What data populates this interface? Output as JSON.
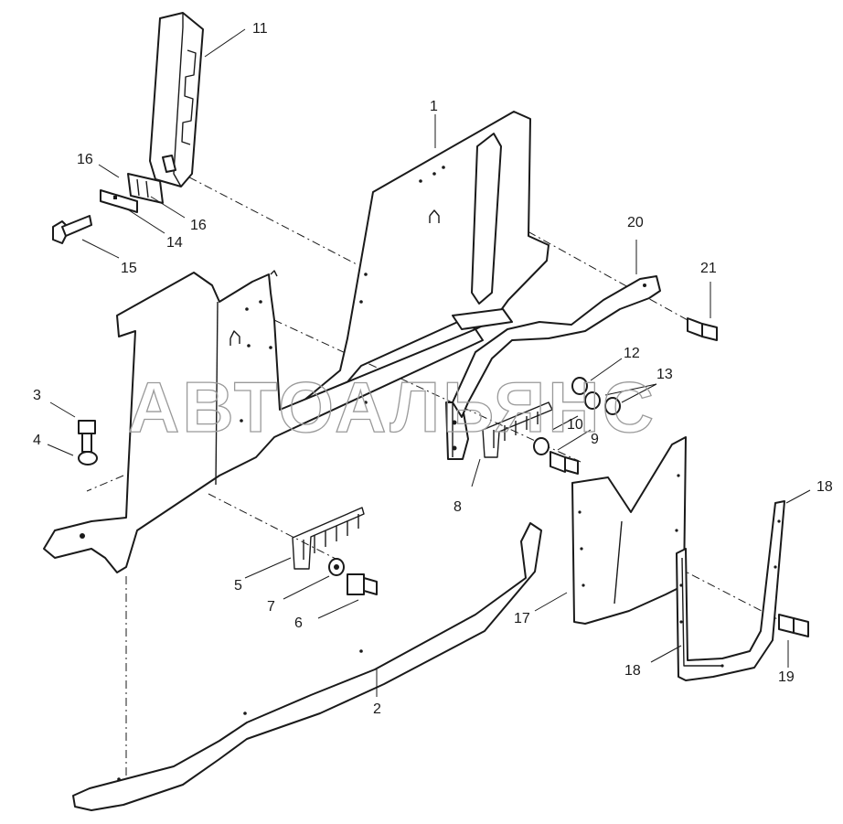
{
  "watermark": "АВТОАЛЬЯНС",
  "callouts": {
    "p1": "1",
    "p2": "2",
    "p3": "3",
    "p4": "4",
    "p5": "5",
    "p6": "6",
    "p7": "7",
    "p8": "8",
    "p9": "9",
    "p10": "10",
    "p11": "11",
    "p12": "12",
    "p13": "13",
    "p14": "14",
    "p15": "15",
    "p16a": "16",
    "p16b": "16",
    "p17": "17",
    "p18a": "18",
    "p18b": "18",
    "p19": "19",
    "p20": "20",
    "p21": "21"
  },
  "colors": {
    "line": "#1a1a1a",
    "watermark": "#9a9a9a",
    "background": "#ffffff"
  }
}
